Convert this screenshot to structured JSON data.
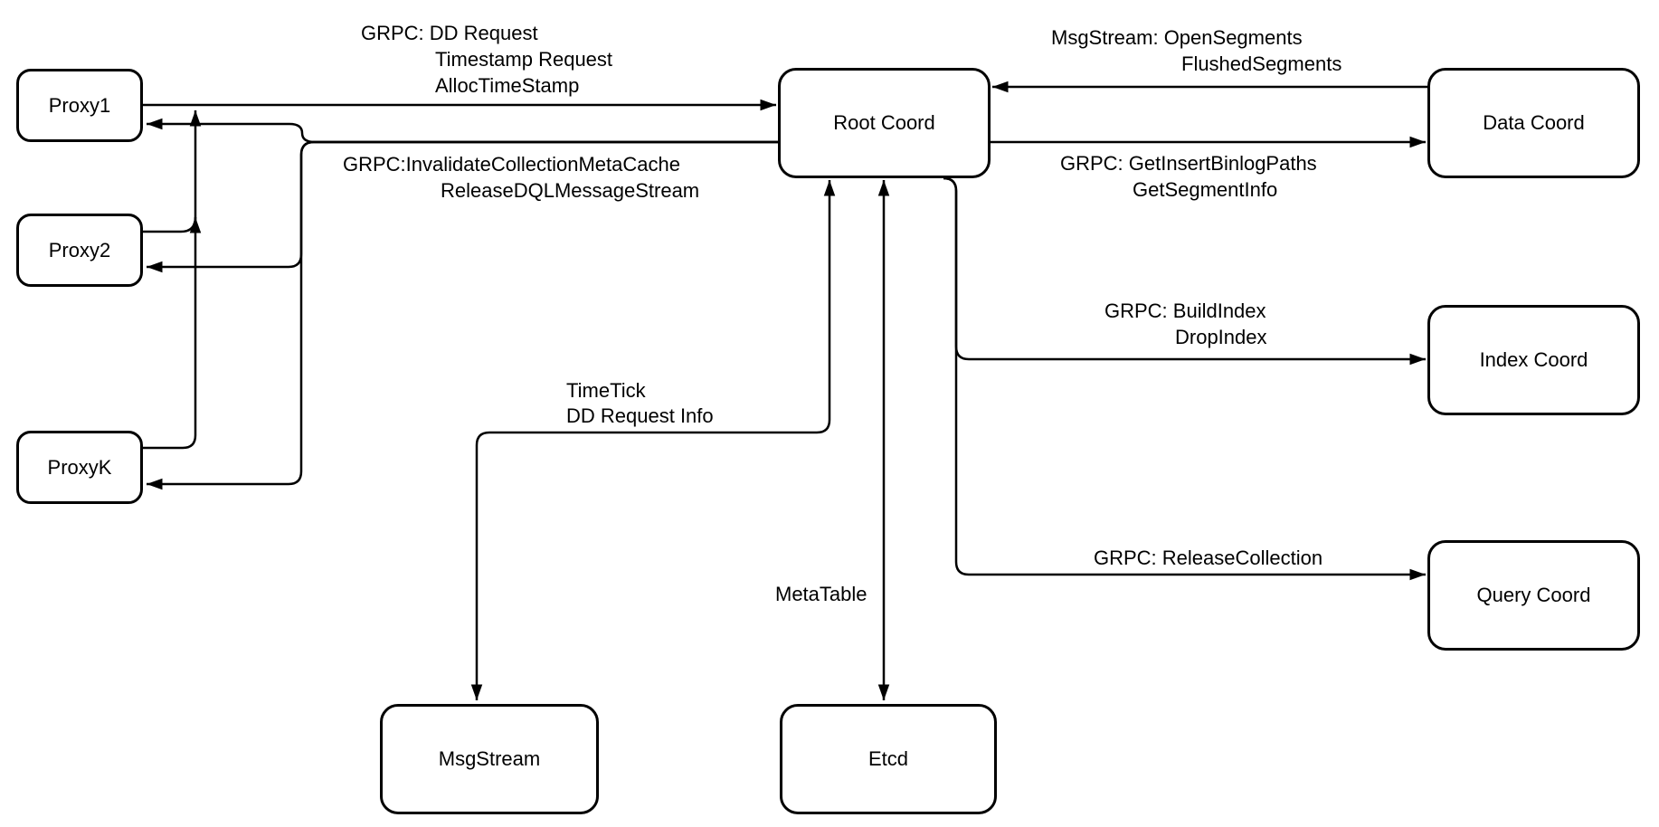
{
  "diagram": {
    "background_color": "#ffffff",
    "stroke_color": "#000000",
    "node_fill_color": "#ffffff",
    "nodes": {
      "proxy1": {
        "label": "Proxy1"
      },
      "proxy2": {
        "label": "Proxy2"
      },
      "proxyk": {
        "label": "ProxyK"
      },
      "root_coord": {
        "label": "Root Coord"
      },
      "data_coord": {
        "label": "Data Coord"
      },
      "index_coord": {
        "label": "Index Coord"
      },
      "query_coord": {
        "label": "Query Coord"
      },
      "msgstream": {
        "label": "MsgStream"
      },
      "etcd": {
        "label": "Etcd"
      }
    },
    "edge_labels": {
      "proxy_to_root": {
        "l1": "GRPC: DD Request",
        "l2": "Timestamp Request",
        "l3": "AllocTimeStamp"
      },
      "root_to_proxy": {
        "l1": "GRPC:InvalidateCollectionMetaCache",
        "l2": "ReleaseDQLMessageStream"
      },
      "data_to_root": {
        "l1": "MsgStream: OpenSegments",
        "l2": "FlushedSegments"
      },
      "root_to_data": {
        "l1": "GRPC: GetInsertBinlogPaths",
        "l2": "GetSegmentInfo"
      },
      "root_to_index": {
        "l1": "GRPC: BuildIndex",
        "l2": "DropIndex"
      },
      "root_to_query": {
        "l1": "GRPC: ReleaseCollection"
      },
      "root_to_msgstream": {
        "l1": "TimeTick",
        "l2": "DD Request Info"
      },
      "root_to_etcd": {
        "l1": "MetaTable"
      }
    }
  }
}
